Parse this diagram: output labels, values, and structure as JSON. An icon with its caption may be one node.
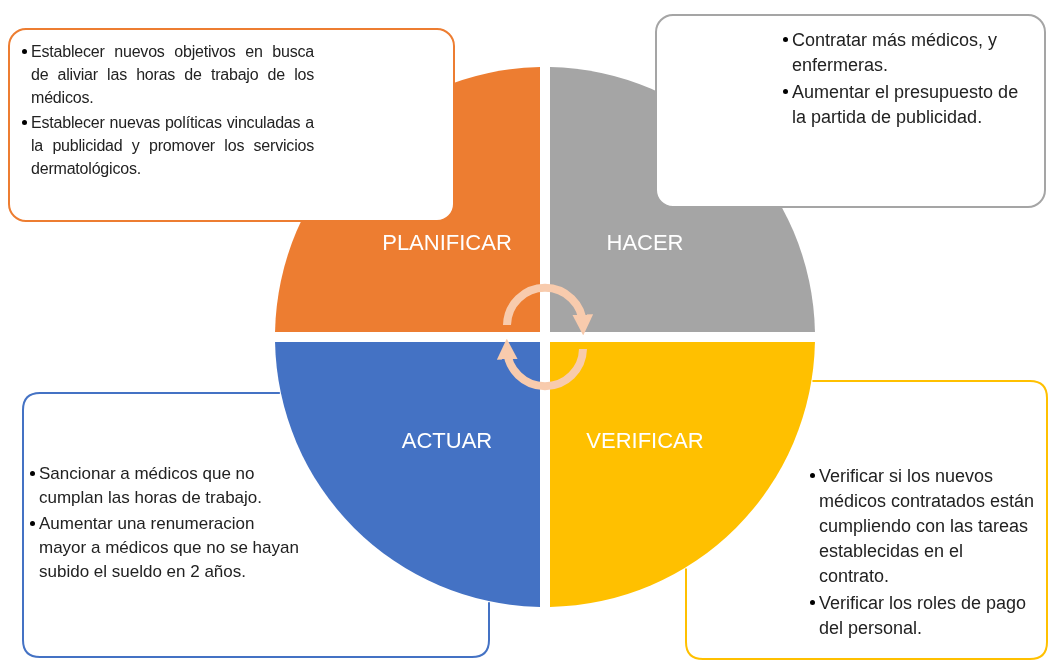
{
  "diagram": {
    "nodes": [
      {
        "text": [
          "Establecer nuevos objetivos en busca de aliviar las horas de trabajo de los médicos.",
          "Establecer nuevas políticas vinculadas a la publicidad y promover los servicios dermatológicos."
        ]
      },
      {
        "text": [
          "Contratar más médicos, y enfermeras.",
          "Aumentar el presupuesto de la partida  de publicidad."
        ]
      },
      {
        "text": [
          "PLANIFICAR"
        ]
      },
      {
        "text": [
          "HACER"
        ]
      },
      {
        "text": [
          "ACTUAR"
        ]
      },
      {
        "text": [
          "VERIFICAR"
        ]
      },
      {
        "text": [
          "Sancionar a médicos que no cumplan las horas de trabajo.",
          "Aumentar una renumeracion mayor a médicos que no se hayan subido el sueldo en 2 años."
        ]
      },
      {
        "text": [
          "Verificar si los nuevos médicos contratados están cumpliendo con las tareas establecidas en el contrato.",
          "Verificar los roles de pago del personal."
        ]
      }
    ],
    "edges": [
      {
        "from": 2,
        "to": 3,
        "arrow": "to"
      },
      {
        "from": 5,
        "to": 4,
        "arrow": "to"
      }
    ]
  }
}
